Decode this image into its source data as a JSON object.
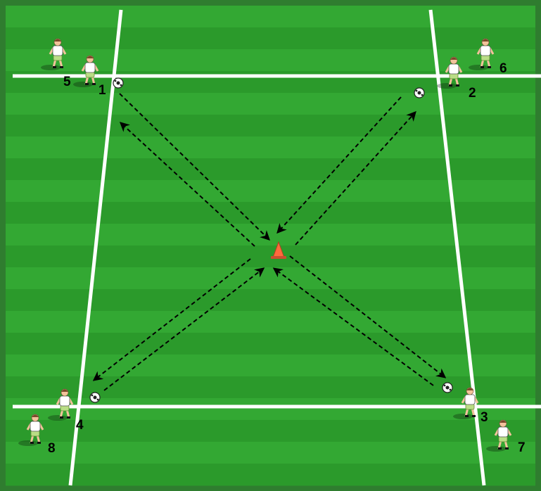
{
  "colors": {
    "border": "#2f7d2f",
    "stripe_light": "#33a833",
    "stripe_dark": "#2b9a2b",
    "line": "#ffffff",
    "arrow": "#000000",
    "cone": "#ff6a3d",
    "shirt": "#ffffff",
    "shorts": "#b9dd85",
    "skin": "#f2c39b",
    "hair": "#7a4a2a"
  },
  "icons": {
    "player": "player-icon",
    "ball": "soccer-ball-icon",
    "cone": "cone-icon"
  },
  "players": [
    {
      "label": "1"
    },
    {
      "label": "2"
    },
    {
      "label": "3"
    },
    {
      "label": "4"
    },
    {
      "label": "5"
    },
    {
      "label": "6"
    },
    {
      "label": "7"
    },
    {
      "label": "8"
    }
  ]
}
